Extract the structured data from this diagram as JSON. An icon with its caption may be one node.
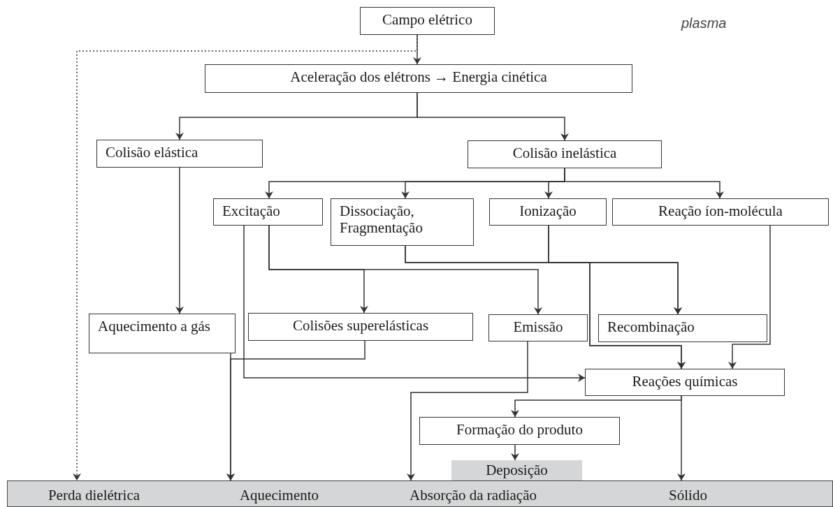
{
  "diagram": {
    "nodes": [
      {
        "text": [
          "Campo elétrico"
        ]
      },
      {
        "text": [
          "Aceleração dos elétrons → Energia cinética"
        ]
      },
      {
        "text": [
          "Colisão elástica"
        ]
      },
      {
        "text": [
          "Colisão inelástica"
        ]
      },
      {
        "text": [
          "Excitação"
        ]
      },
      {
        "text": [
          "Dissociação, Fragmentação"
        ]
      },
      {
        "text": [
          "Ionização"
        ]
      },
      {
        "text": [
          "Reação íon-molécula"
        ]
      },
      {
        "text": [
          "Aquecimento a gás"
        ]
      },
      {
        "text": [
          "Colisões superelásticas"
        ]
      },
      {
        "text": [
          "Emissão"
        ]
      },
      {
        "text": [
          "Recombinação"
        ]
      },
      {
        "text": [
          "Reações químicas"
        ]
      },
      {
        "text": [
          "Formação do produto"
        ]
      },
      {
        "text": [
          "Deposição"
        ]
      },
      {
        "text": [],
        "shape": "bar"
      },
      {
        "text": [
          "Perda dielétrica"
        ],
        "in": 15
      },
      {
        "text": [
          "Aquecimento"
        ],
        "in": 15
      },
      {
        "text": [
          "Absorção da radiação"
        ],
        "in": 15
      },
      {
        "text": [
          "Sólido"
        ],
        "in": 15
      }
    ],
    "edges": [
      {
        "from": 0,
        "to": 1,
        "arrow": "to"
      },
      {
        "from": 0,
        "to": 16,
        "arrow": "to",
        "style": "dashed"
      },
      {
        "from": 1,
        "to": 2,
        "arrow": "to"
      },
      {
        "from": 1,
        "to": 3,
        "arrow": "to"
      },
      {
        "from": 3,
        "to": 4,
        "arrow": "to"
      },
      {
        "from": 3,
        "to": 5,
        "arrow": "to"
      },
      {
        "from": 3,
        "to": 6,
        "arrow": "to"
      },
      {
        "from": 3,
        "to": 7,
        "arrow": "to"
      },
      {
        "from": 2,
        "to": 8,
        "arrow": "to"
      },
      {
        "from": 4,
        "to": 9,
        "arrow": "to"
      },
      {
        "from": 4,
        "to": 10,
        "arrow": "to"
      },
      {
        "from": 4,
        "to": 12,
        "arrow": "to"
      },
      {
        "from": 5,
        "to": 11,
        "arrow": "to"
      },
      {
        "from": 6,
        "to": 11,
        "arrow": "to"
      },
      {
        "from": 5,
        "to": 12,
        "arrow": "to"
      },
      {
        "from": 6,
        "to": 12,
        "arrow": "to"
      },
      {
        "from": 7,
        "to": 12,
        "arrow": "to"
      },
      {
        "from": 8,
        "to": 17,
        "arrow": "to"
      },
      {
        "from": 9,
        "to": 17,
        "arrow": "to"
      },
      {
        "from": 10,
        "to": 18,
        "arrow": "to"
      },
      {
        "from": 12,
        "to": 19,
        "arrow": "to"
      },
      {
        "from": 12,
        "to": 13,
        "arrow": "to"
      },
      {
        "from": 13,
        "to": 14,
        "arrow": "to"
      }
    ],
    "labels": [
      "plasma"
    ]
  }
}
